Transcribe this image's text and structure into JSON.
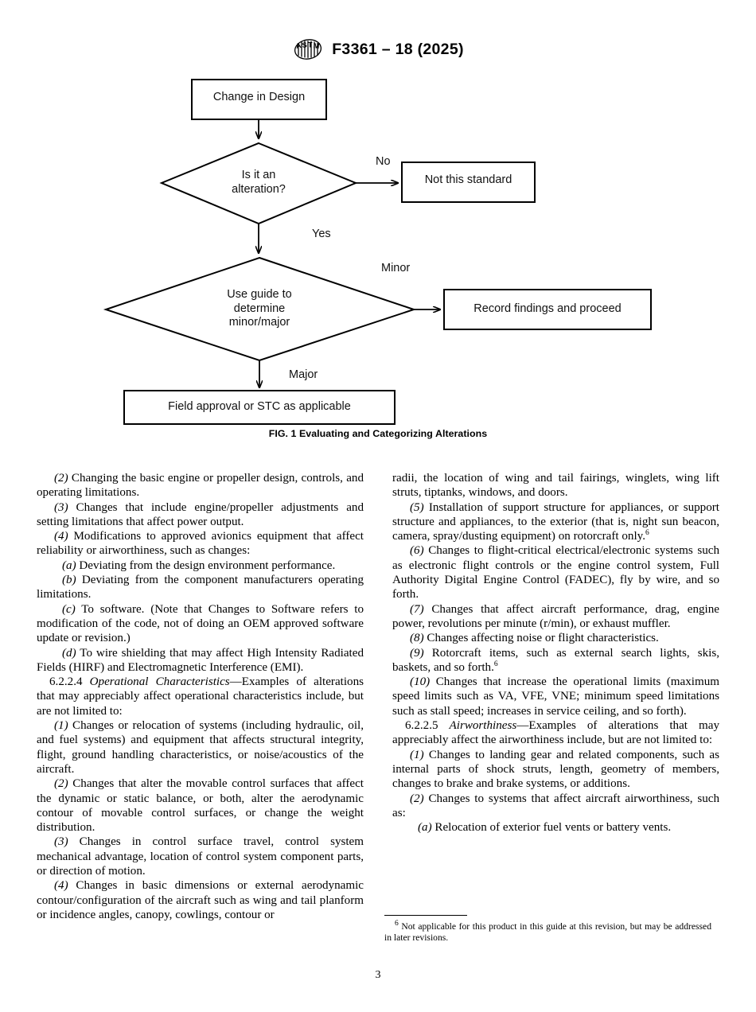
{
  "header": {
    "logo_icon": "astm-logo-icon",
    "designation": "F3361 – 18 (2025)"
  },
  "figure": {
    "caption": "FIG. 1 Evaluating and Categorizing Alterations",
    "nodes": {
      "start": "Change in Design",
      "decision1": "Is it an\nalteration?",
      "not_standard": "Not this standard",
      "decision2": "Use guide to\ndetermine\nminor/major",
      "record": "Record findings and proceed",
      "field_approval": "Field approval or STC as applicable"
    },
    "edges": {
      "no": "No",
      "yes": "Yes",
      "minor": "Minor",
      "major": "Major"
    }
  },
  "left_column": {
    "p1_num": "(2)",
    "p1": " Changing the basic engine or propeller design, controls, and operating limitations.",
    "p2_num": "(3)",
    "p2": " Changes that include engine/propeller adjustments and setting limitations that affect power output.",
    "p3_num": "(4)",
    "p3": " Modifications to approved avionics equipment that affect reliability or airworthiness, such as changes:",
    "p4_num": "(a)",
    "p4": " Deviating from the design environment performance.",
    "p5_num": "(b)",
    "p5": " Deviating from the component manufacturers operating limitations.",
    "p6_num": "(c)",
    "p6": " To software. (Note that Changes to Software refers to modification of the code, not of doing an OEM approved software update or revision.)",
    "p7_num": "(d)",
    "p7": " To wire shielding that may affect High Intensity Radiated Fields (HIRF) and Electromagnetic Interference (EMI).",
    "p8_sec": "6.2.2.4 ",
    "p8_title": "Operational Characteristics",
    "p8": "—Examples of alterations that may appreciably affect operational characteristics include, but are not limited to:",
    "p9_num": "(1)",
    "p9": " Changes or relocation of systems (including hydraulic, oil, and fuel systems) and equipment that affects structural integrity, flight, ground handling characteristics, or noise/acoustics of the aircraft.",
    "p10_num": "(2)",
    "p10": " Changes that alter the movable control surfaces that affect the dynamic or static balance, or both, alter the aerodynamic contour of movable control surfaces, or change the weight distribution.",
    "p11_num": "(3)",
    "p11": " Changes in control surface travel, control system mechanical advantage, location of control system component parts, or direction of motion.",
    "p12_num": "(4)",
    "p12": " Changes in basic dimensions or external aerodynamic contour/configuration of the aircraft such as wing and tail planform or incidence angles, canopy, cowlings, contour or"
  },
  "right_column": {
    "p1": "radii, the location of wing and tail fairings, winglets, wing lift struts, tiptanks, windows, and doors.",
    "p2_num": "(5)",
    "p2a": " Installation of support structure for appliances, or support structure and appliances, to the exterior (that is, night sun beacon, camera, spray/dusting equipment) on rotorcraft only.",
    "p2_sup": "6",
    "p3_num": "(6)",
    "p3": " Changes to flight-critical electrical/electronic systems such as electronic flight controls or the engine control system, Full Authority Digital Engine Control (FADEC), fly by wire, and so forth.",
    "p4_num": "(7)",
    "p4": " Changes that affect aircraft performance, drag, engine power, revolutions per minute (r/min), or exhaust muffler.",
    "p5_num": "(8)",
    "p5": " Changes affecting noise or flight characteristics.",
    "p6_num": "(9)",
    "p6a": " Rotorcraft items, such as external search lights, skis, baskets, and so forth.",
    "p6_sup": "6",
    "p7_num": "(10)",
    "p7": " Changes that increase the operational limits (maximum speed limits such as VA, VFE, VNE; minimum speed limitations such as stall speed; increases in service ceiling, and so forth).",
    "p8_sec": "6.2.2.5 ",
    "p8_title": "Airworthiness",
    "p8": "—Examples of alterations that may appreciably affect the airworthiness include, but are not limited to:",
    "p9_num": "(1)",
    "p9": "  Changes to landing gear and related components, such as internal parts of shock struts, length, geometry of members, changes to brake and brake systems, or additions.",
    "p10_num": "(2)",
    "p10": "  Changes to systems that affect aircraft airworthiness, such as:",
    "p11_num": "(a)",
    "p11": " Relocation of exterior fuel vents or battery vents."
  },
  "footnote": {
    "marker": "6",
    "text": " Not applicable for this product in this guide at this revision, but may be addressed in later revisions."
  },
  "page_number": "3"
}
